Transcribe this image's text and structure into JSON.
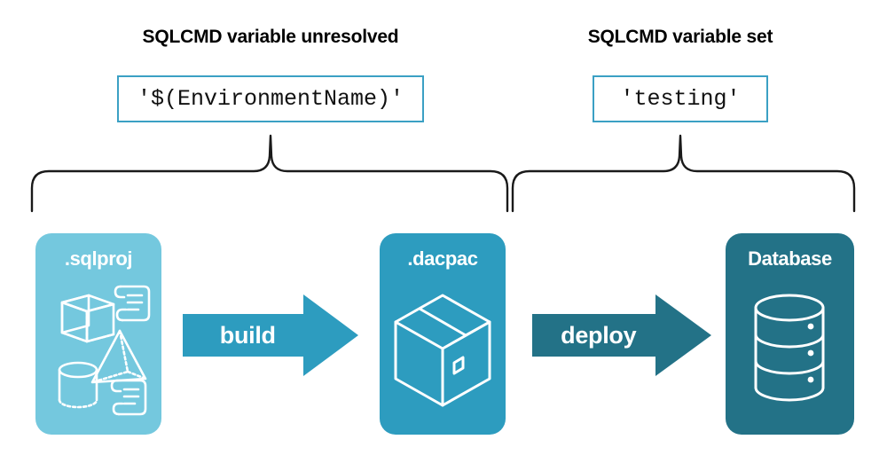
{
  "diagram": {
    "title_hidden": "SQLCMD variable resolution during build and deploy",
    "annotations": [
      {
        "heading": "SQLCMD variable unresolved",
        "code_value": "'$(EnvironmentName)'"
      },
      {
        "heading": "SQLCMD variable set",
        "code_value": "'testing'"
      }
    ],
    "stages": [
      {
        "label": ".sqlproj",
        "icon": "project-shapes-icon",
        "color": "#74c8de",
        "text_color": "#ffffff"
      },
      {
        "label": ".dacpac",
        "icon": "package-box-icon",
        "color": "#2d9cbf",
        "text_color": "#ffffff"
      },
      {
        "label": "Database",
        "icon": "database-cylinder-icon",
        "color": "#237287",
        "text_color": "#ffffff"
      }
    ],
    "arrows": [
      {
        "label": "build",
        "color": "#2d9cbf",
        "from": ".sqlproj",
        "to": ".dacpac"
      },
      {
        "label": "deploy",
        "color": "#237287",
        "from": ".dacpac",
        "to": "Database"
      }
    ],
    "brace_color": "#1a1a1a",
    "codebox_border_color": "#3ba0c4",
    "background_color": "#ffffff"
  }
}
